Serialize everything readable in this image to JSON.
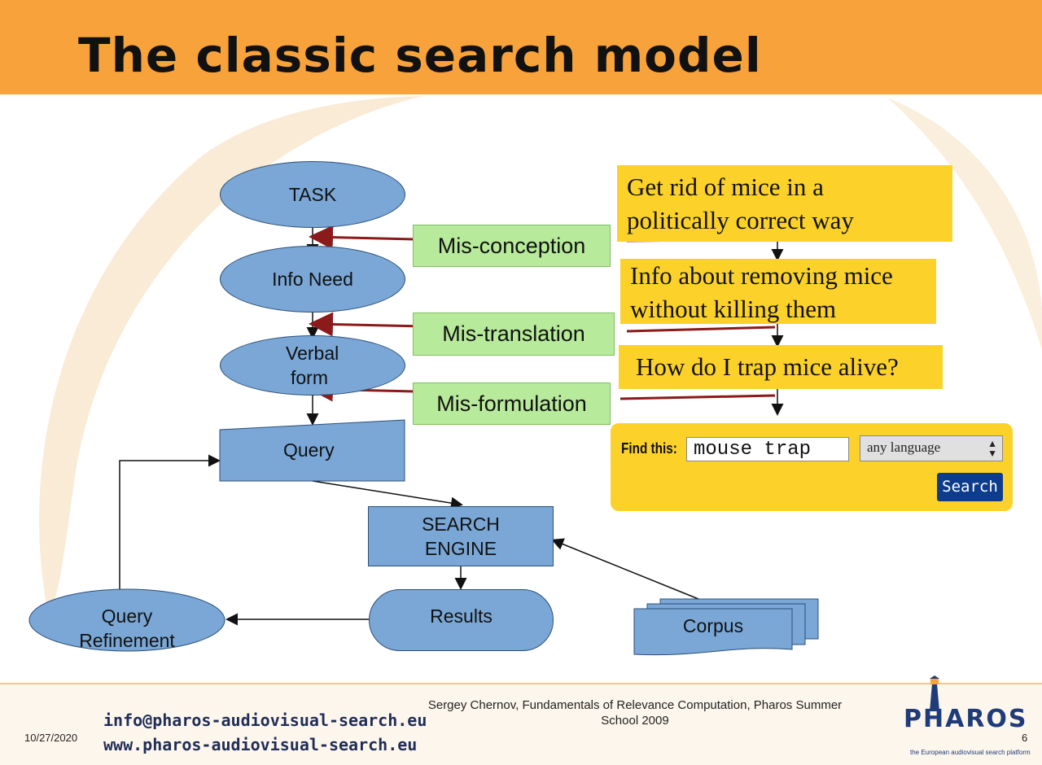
{
  "title": "The classic search model",
  "nodes": {
    "task": "TASK",
    "info_need": "Info Need",
    "verbal_form_line1": "Verbal",
    "verbal_form_line2": "form",
    "query": "Query",
    "search_engine_line1": "SEARCH",
    "search_engine_line2": "ENGINE",
    "results": "Results",
    "query_refinement_line1": "Query",
    "query_refinement_line2": "Refinement",
    "corpus": "Corpus"
  },
  "errors": {
    "misconception": "Mis-conception",
    "mistranslation": "Mis-translation",
    "misformulation": "Mis-formulation"
  },
  "examples": {
    "task_line1": "Get rid of mice in a",
    "task_line2": "politically correct way",
    "info_line1": "Info about removing mice",
    "info_line2": "without killing them",
    "verbal": "How do I trap mice alive?"
  },
  "search_widget": {
    "label": "Find this:",
    "query_value": "mouse trap",
    "language": "any language",
    "button": "Search"
  },
  "footer": {
    "date": "10/27/2020",
    "email": "info@pharos-audiovisual-search.eu",
    "website": "www.pharos-audiovisual-search.eu",
    "credit_line1": "Sergey Chernov, Fundamentals of Relevance Computation, Pharos Summer",
    "credit_line2": "School 2009",
    "page_number": "6",
    "logo_text": "PHAROS",
    "logo_tagline": "the European audiovisual search platform"
  },
  "colors": {
    "header": "#f7a23a",
    "node_fill": "#7aa7d6",
    "error_fill": "#b7ea9a",
    "example_fill": "#fcd22a",
    "error_arrow": "#8b1a1a"
  }
}
